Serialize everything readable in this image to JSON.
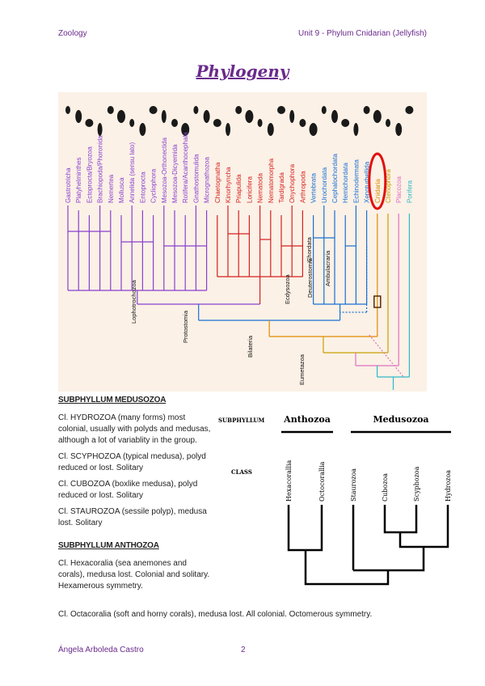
{
  "header": {
    "left": "Zoology",
    "right": "Unit 9 - Phylum Cnidarian (Jellyfish)"
  },
  "title": "Phylogeny",
  "phylogeny": {
    "taxa": [
      "Gastrotricha",
      "Platyhelminthes",
      "Ectoprocta/Bryozoa",
      "Brachiopoda/Phoronida",
      "Nemertea",
      "Mollusca",
      "Annelida (sensu lato)",
      "Entoprocta",
      "Cycliophora",
      "Mesozoa-Orthonectida",
      "Mesozoa-Dicyemida",
      "Rotifera/Acanthocephala",
      "Gnathostomulida",
      "Micrognathozoa",
      "Chaetognatha",
      "Kinorhyncha",
      "Priapulida",
      "Loricifera",
      "Nematoda",
      "Nematomorpha",
      "Tardigrada",
      "Onychophora",
      "Arthropoda",
      "Vertebrata",
      "Urochordata",
      "Cephalochordata",
      "Hemichordata",
      "Echinodermata",
      "Xenoturbellida",
      "Cnidaria",
      "Ctenophora",
      "Placozoa",
      "Porifera"
    ],
    "clades": {
      "lophotrochozoa": "Lophotrochozoa",
      "protostomia": "Protostomia",
      "bilateria": "Bilateria",
      "ecdysozoa": "Ecdysozoa",
      "deuterostomia": "Deuterostomia",
      "chordata": "Chordata",
      "ambulacraria": "Ambulacraria",
      "eumetazoa": "Eumetazoa"
    },
    "highlighted": "Cnidaria",
    "colors": {
      "lophotrochozoa": "#8a3fd1",
      "ecdysozoa": "#d62020",
      "deuterostomia": "#1a6fd6",
      "cnidaria": "#e08a00",
      "ctenophora": "#c8a000",
      "placozoa": "#e070c0",
      "porifera": "#30b8c8",
      "highlight": "#e01010"
    }
  },
  "medusozoa": {
    "heading": "SUBPHYLLUM MEDUSOZOA",
    "items": [
      "Cl. HYDROZOA (many forms) most colonial, usually with polyds and medusas, although a lot of variablity in the group.",
      "Cl. SCYPHOZOA (typical medusa), polyd reduced or lost. Solitary",
      "Cl. CUBOZOA (boxlike medusa), polyd reduced or lost. Solitary",
      "Cl. STAUROZOA (sessile polyp), medusa lost. Solitary"
    ]
  },
  "anthozoa": {
    "heading": "SUBPHYLLUM ANTHOZOA",
    "item1": "Cl. Hexacoralia (sea anemones and corals), medusa lost. Colonial and solitary. Hexamerous symmetry.",
    "item2": "Cl. Octacoralia (soft and horny corals), medusa lost. All colonial. Octomerous symmetry."
  },
  "cladogram": {
    "subphyllum_label": "SUBPHYLLUM",
    "class_label": "CLASS",
    "group_anthozoa": "Anthozoa",
    "group_medusozoa": "Medusozoa",
    "classes": [
      "Hexacorallia",
      "Octocorallia",
      "Staurozoa",
      "Cubozoa",
      "Scyphozoa",
      "Hydrozoa"
    ]
  },
  "footer": {
    "author": "Ángela Arboleda Castro",
    "page": "2"
  }
}
